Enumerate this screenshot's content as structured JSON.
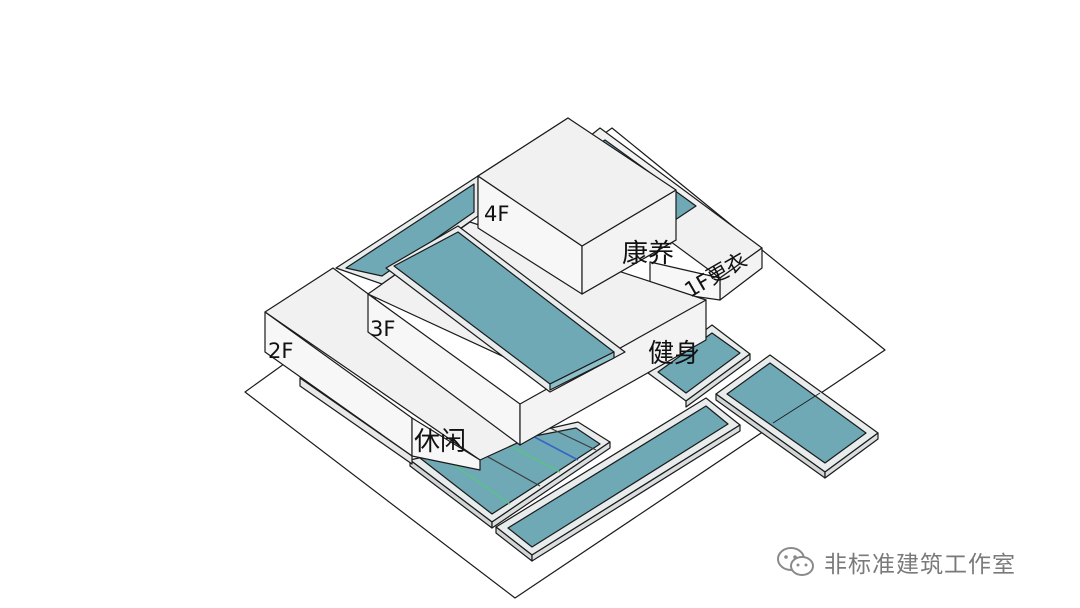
{
  "labels": {
    "floor_4": "4F",
    "floor_4_name": "康养",
    "floor_1": "1F更衣",
    "floor_3": "3F",
    "floor_3_name": "健身",
    "floor_2": "2F",
    "floor_2_name": "休闲"
  },
  "watermark": {
    "icon": "wechat-icon",
    "text": "非标准建筑工作室"
  },
  "colors": {
    "pool_water": "#6fa9b6",
    "pool_water_light": "#8fc0ca",
    "pool_rim": "#e9ecec",
    "block_top": "#f1f1f1",
    "block_side": "#f7f7f7",
    "outline": "#1a1a1a",
    "lane_green": "#5cc08a",
    "lane_blue": "#3a64c2"
  }
}
